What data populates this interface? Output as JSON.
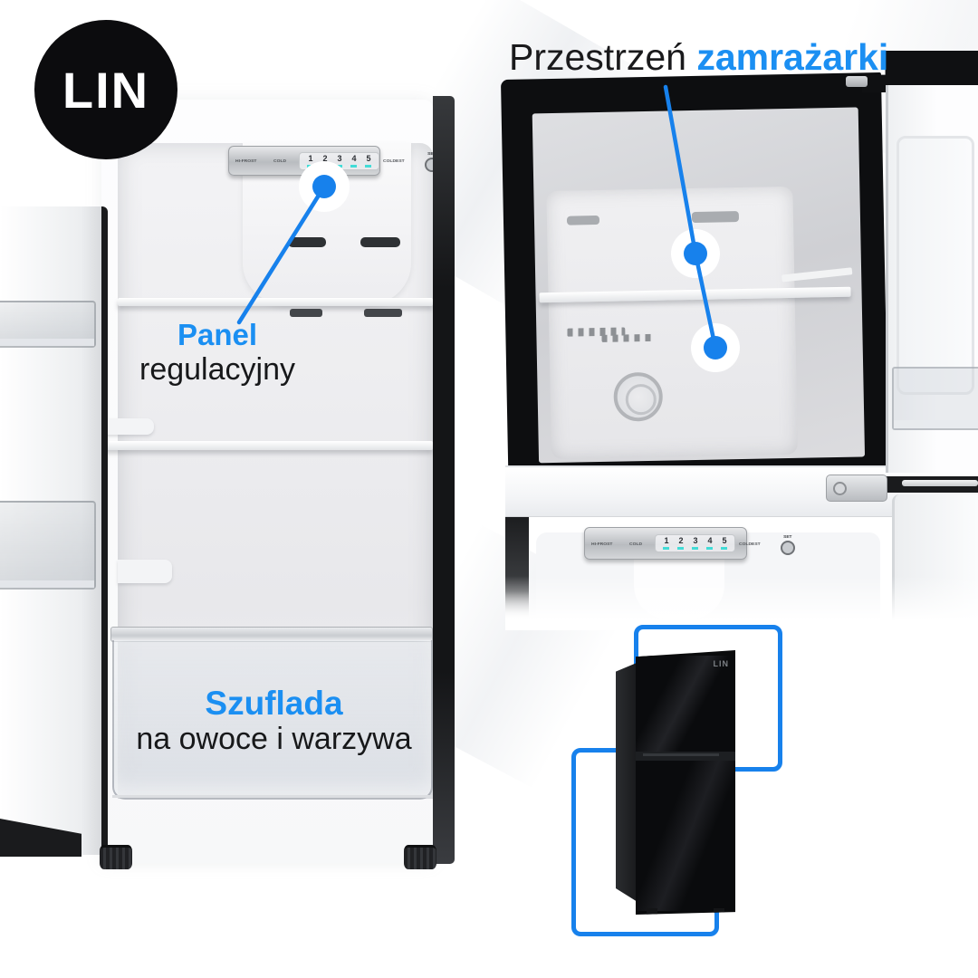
{
  "colors": {
    "accent_blue": "#1781EC",
    "text_blue": "#1B8FF2",
    "indicator_cyan": "#43DCD7",
    "frame_black": "#0E0F11",
    "background": "#FFFFFF"
  },
  "logo": {
    "text": "LIN"
  },
  "freezer_annotation": {
    "prefix": "Przestrzeń ",
    "highlight": "zamrażarki"
  },
  "panel_annotation": {
    "highlight": "Panel",
    "rest": "regulacyjny"
  },
  "drawer_annotation": {
    "highlight": "Szuflada",
    "rest": "na owoce i warzywa"
  },
  "control_panel": {
    "brand": "HI-FROST",
    "left_label": "COLD",
    "numbers": [
      "1",
      "2",
      "3",
      "4",
      "5"
    ],
    "right_label": "COLDEST",
    "set_label": "SET"
  },
  "product": {
    "brand": "LIN"
  }
}
